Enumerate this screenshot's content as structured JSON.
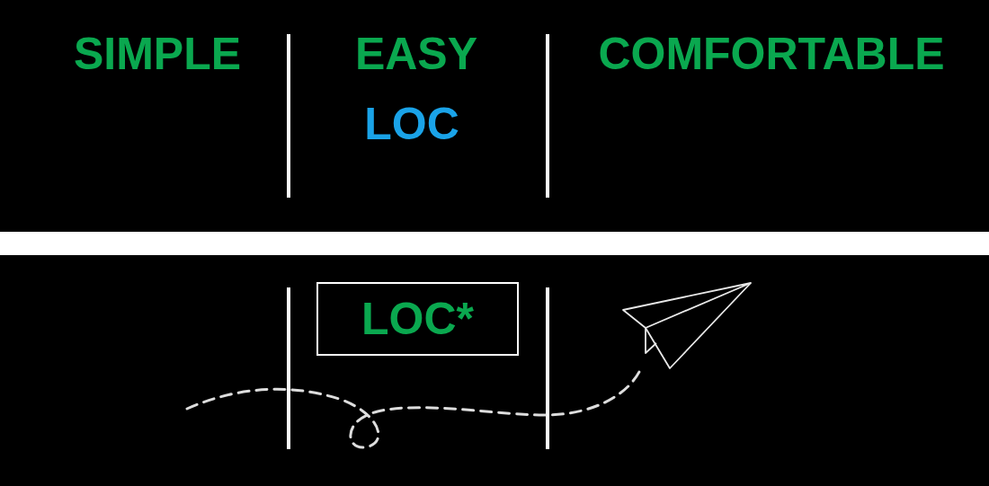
{
  "diagram": {
    "nodes": [
      {
        "text": [
          "LOC*"
        ]
      }
    ],
    "labels": [
      "SIMPLE",
      "EASY",
      "LOC",
      "COMFORTABLE"
    ]
  }
}
